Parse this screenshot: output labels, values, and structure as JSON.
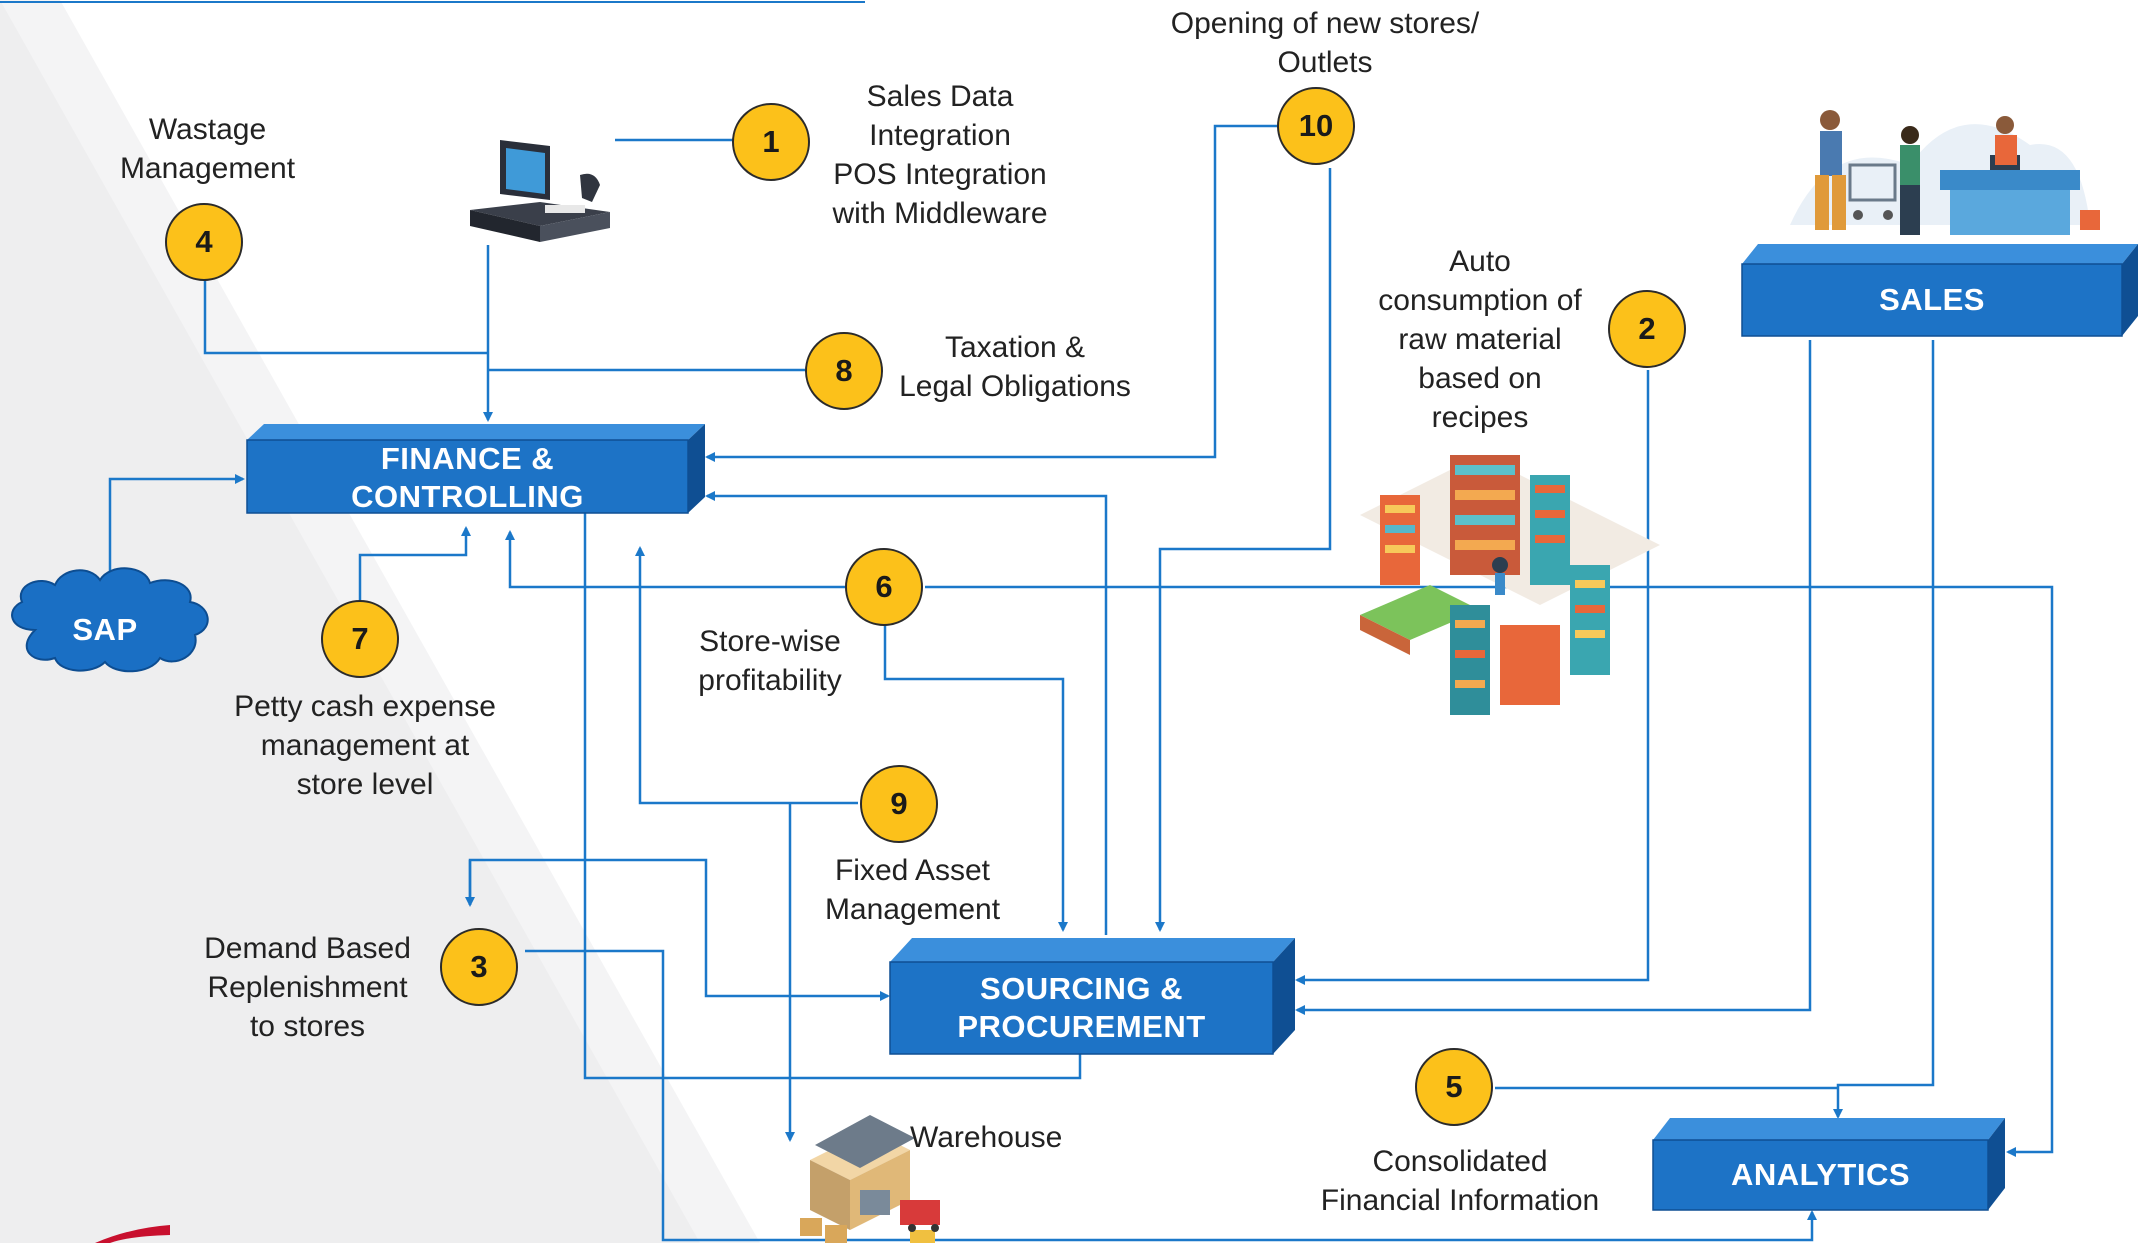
{
  "colors": {
    "box_front": "#1d73c6",
    "box_top": "#3b8fdc",
    "box_side": "#0f4f93",
    "connector": "#1b78c9",
    "badge_fill": "#fcc11a",
    "badge_border": "#2b2b2b",
    "background_wedge": "#eeeeef",
    "cloud": "#1a6fc4"
  },
  "boxes": {
    "finance": [
      "FINANCE &",
      "CONTROLLING"
    ],
    "sourcing": [
      "SOURCING &",
      "PROCUREMENT"
    ],
    "sales": [
      "SALES"
    ],
    "analytics": [
      "ANALYTICS"
    ],
    "sap": "SAP"
  },
  "steps": [
    {
      "num": "1",
      "lines": [
        "Sales Data",
        "Integration",
        "POS Integration",
        "with  Middleware"
      ]
    },
    {
      "num": "2",
      "lines": [
        "Auto",
        "consumption of",
        "raw material",
        "based on",
        "recipes"
      ]
    },
    {
      "num": "3",
      "lines": [
        "Demand Based",
        "Replenishment",
        "to stores"
      ]
    },
    {
      "num": "4",
      "lines": [
        "Wastage",
        "Management"
      ]
    },
    {
      "num": "5",
      "lines": [
        "Consolidated",
        "Financial  Information"
      ]
    },
    {
      "num": "6",
      "lines": [
        "Store-wise",
        "profitability"
      ]
    },
    {
      "num": "7",
      "lines": [
        "Petty cash expense",
        "management at",
        "store level"
      ]
    },
    {
      "num": "8",
      "lines": [
        "Taxation &",
        "Legal Obligations"
      ]
    },
    {
      "num": "9",
      "lines": [
        "Fixed Asset",
        "Management"
      ]
    },
    {
      "num": "10",
      "lines": [
        "Opening of new stores/",
        "Outlets"
      ]
    }
  ],
  "warehouse_label": "Warehouse",
  "icons": [
    "pos-terminal-icon",
    "store-shelves-icon",
    "checkout-shoppers-icon",
    "warehouse-icon"
  ]
}
